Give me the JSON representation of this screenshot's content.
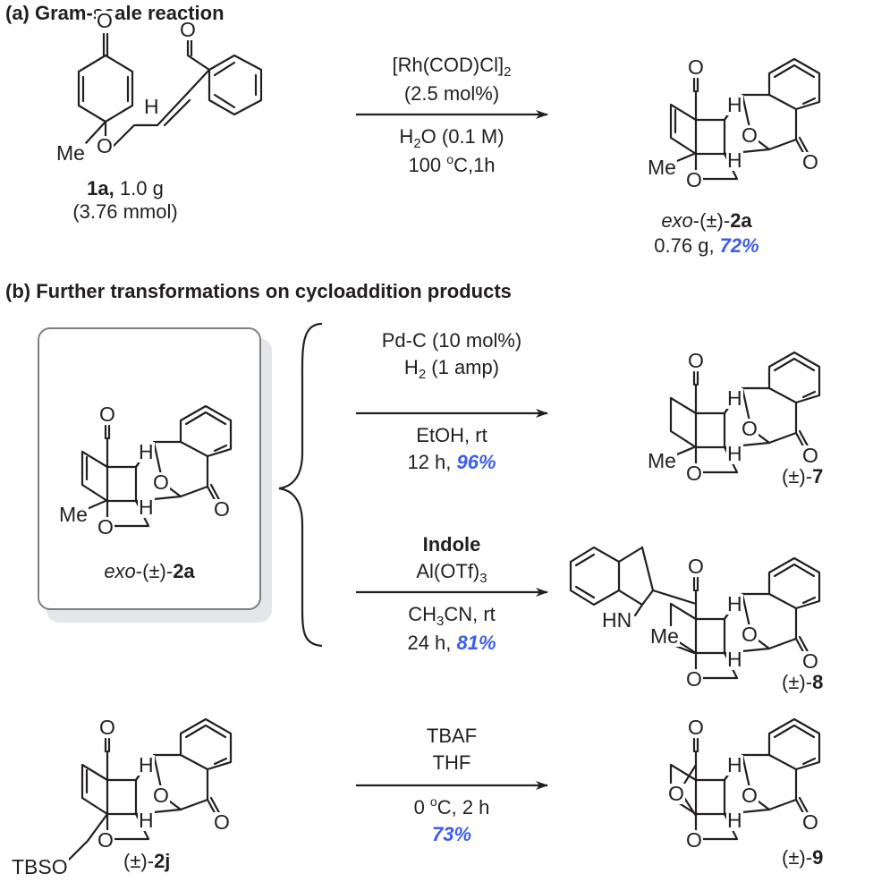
{
  "sections": {
    "a_title": "(a) Gram-scale reaction",
    "b_title": "(b) Further transformations on cycloaddition products"
  },
  "scheme_a": {
    "sm_label": "1a,",
    "sm_mass": "1.0 g",
    "sm_amount": "(3.76 mmol)",
    "catalyst": "[Rh(COD)Cl]",
    "catalyst_sub": "2",
    "loading": "(2.5 mol%)",
    "solvent_h": "H",
    "solvent_sub": "2",
    "solvent_rest": "O (0.1 M)",
    "temp_num": "100 ",
    "temp_sup": "o",
    "temp_rest": "C,1h",
    "prod_prefix": "exo",
    "prod_mid": "-(±)-",
    "prod_num": "2a",
    "prod_yield_text": "0.76 g, ",
    "prod_yield": "72%"
  },
  "scheme_b": {
    "box_prefix": "exo",
    "box_mid": "-(±)-",
    "box_num": "2a",
    "r1_line1": "Pd-C (10 mol%)",
    "r1_line2_h": "H",
    "r1_line2_sub": "2",
    "r1_line2_rest": " (1 amp)",
    "r1_line3": "EtOH, rt",
    "r1_line4": "12 h, ",
    "r1_yield": "96%",
    "p7_prefix": "(±)-",
    "p7_num": "7",
    "r2_line1": "Indole",
    "r2_line2": "Al(OTf)",
    "r2_line2_sub": "3",
    "r2_line3_a": "CH",
    "r2_line3_sub": "3",
    "r2_line3_b": "CN, rt",
    "r2_line4": "24 h, ",
    "r2_yield": "81%",
    "p8_prefix": "(±)-",
    "p8_num": "8",
    "r3_line1": "TBAF",
    "r3_line2": "THF",
    "r3_line3_num": "0 ",
    "r3_line3_sup": "o",
    "r3_line3_rest": "C, 2 h",
    "r3_yield": "73%",
    "sm2_prefix": "(±)-",
    "sm2_num": "2j",
    "p9_prefix": "(±)-",
    "p9_num": "9"
  },
  "atoms": {
    "O": "O",
    "H": "H",
    "Me": "Me",
    "TBSO": "TBSO",
    "HN": "HN"
  },
  "colors": {
    "text": "#231f20",
    "yield": "#3d5ee8",
    "box_border": "#7d7f82"
  }
}
